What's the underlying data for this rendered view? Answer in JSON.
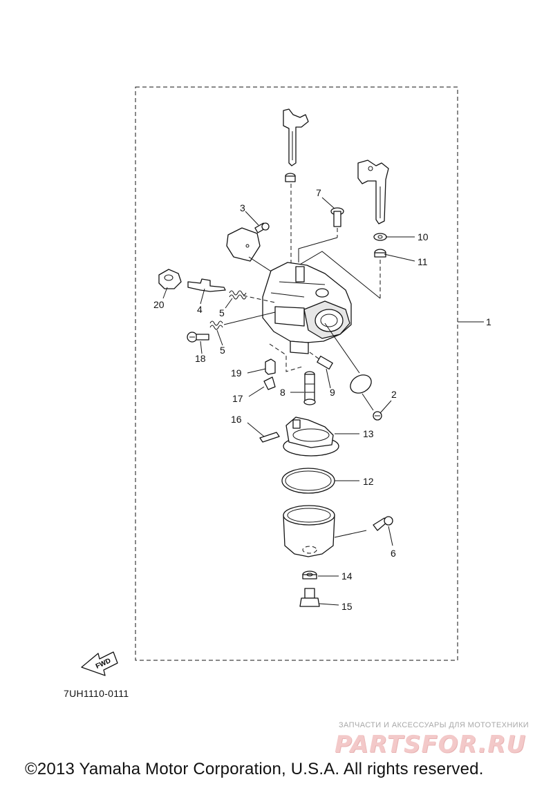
{
  "diagram": {
    "figure_code": "7UH1110-0111",
    "fwd_label": "FWD",
    "callouts": [
      {
        "id": "c1",
        "text": "1"
      },
      {
        "id": "c2",
        "text": "2"
      },
      {
        "id": "c3",
        "text": "3"
      },
      {
        "id": "c4",
        "text": "4"
      },
      {
        "id": "c5a",
        "text": "5"
      },
      {
        "id": "c5b",
        "text": "5"
      },
      {
        "id": "c6",
        "text": "6"
      },
      {
        "id": "c7",
        "text": "7"
      },
      {
        "id": "c8",
        "text": "8"
      },
      {
        "id": "c9",
        "text": "9"
      },
      {
        "id": "c10",
        "text": "10"
      },
      {
        "id": "c11",
        "text": "11"
      },
      {
        "id": "c12",
        "text": "12"
      },
      {
        "id": "c13",
        "text": "13"
      },
      {
        "id": "c14",
        "text": "14"
      },
      {
        "id": "c15",
        "text": "15"
      },
      {
        "id": "c16",
        "text": "16"
      },
      {
        "id": "c17",
        "text": "17"
      },
      {
        "id": "c18",
        "text": "18"
      },
      {
        "id": "c19",
        "text": "19"
      },
      {
        "id": "c20",
        "text": "20"
      }
    ]
  },
  "watermark": {
    "tagline": "ЗАПЧАСТИ И АКСЕССУАРЫ ДЛЯ МОТОТЕХНИКИ",
    "brand": "PARTSFOR.RU"
  },
  "copyright": "©2013 Yamaha Motor Corporation, U.S.A. All rights reserved."
}
